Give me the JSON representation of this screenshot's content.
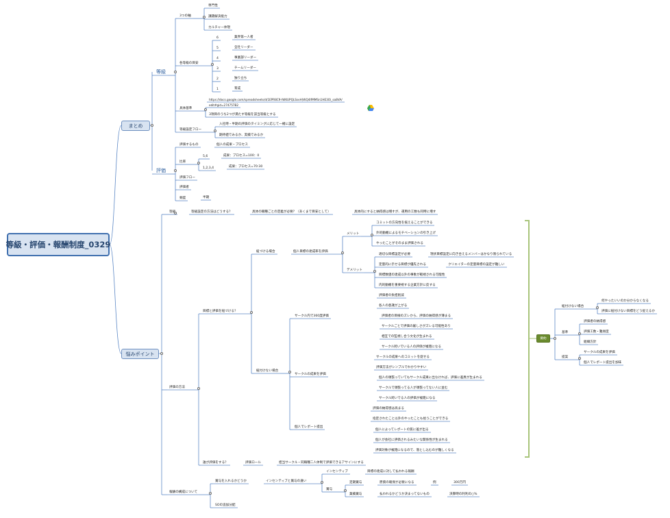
{
  "root": "等級・評価・報酬制度_0329",
  "summary_label": "要約",
  "nodes": {
    "matome": "まとめ",
    "nayami": "悩みポイント",
    "tokyu": "等級",
    "hyoka": "評価",
    "mittsu": "3つの軸",
    "senmon": "専門性",
    "kadai": "課題解決能力",
    "culture": "カルチャー体現",
    "kaku": "各等級の目安",
    "g6": "6",
    "g6l": "業界第一人者",
    "g5": "5",
    "g5l": "全社リーダー",
    "g4": "4",
    "g4l": "事業部リーダー",
    "g3": "3",
    "g3l": "チームリーダー",
    "g2": "2",
    "g2l": "独り立ち",
    "g1": "1",
    "g1l": "育成",
    "gutai": "具体基準",
    "url1": "https://docs.google.com/spreadsheets/d/1EPR8C9-IWKUPQLSsvH)WQ4IfMMSn1HE3Oi_sa8VA/",
    "url2": "edit#gid=274757B2",
    "gutai2": "3項目のうち2つが満たす等級を該当等級とする",
    "settei": "等級設定フロー",
    "settei1": "入社時・半期の評価のタイミングに応じて一緒に設定",
    "settei2": "期待値でみるか、実績でみるか",
    "hyoka_mono": "評価するもの",
    "hyoka_mono_v": "個人の成果・プロセス",
    "hiritsu": "比率",
    "r56": "5,6",
    "r56v": "成果：プロセス=100：0",
    "r1234": "1,2,3,4",
    "r1234v": "成果：プロセス=70:30",
    "flow": "評価フロー",
    "hyokasha": "評価者",
    "hindo": "頻度",
    "hindo_v": "半期",
    "n_tokyu": "等級",
    "n_tokyu1": "等級設定の方法はどうする？",
    "n_tokyu2": "具体の職種ごとの定義が必要？（あくまで目安として）",
    "n_tokyu3": "具体的にすると納得感は増すが、運用の工数も同時に増す",
    "hyoka_hoho": "評価の方法",
    "mokuhyo_q": "目標と評価を紐づける？",
    "himozukeru": "紐づける場合",
    "kojin_tassei": "個人目標の達成率を評価",
    "merit": "メリット",
    "demerit": "デメリット",
    "m1": "コミットの方向性を揃えることができる",
    "m2": "外的動機によるモチベーションの引き上げ",
    "m3": "やったことがそのまま評価される",
    "d1": "適切な目標設定が必要",
    "d1b": "現状目標設定に向き合えるメンバーはかなり限られている",
    "d2": "定量的に示せる目標が優先される",
    "d2b": "クリエイターの定量目標の設定が難しい",
    "d3": "目標数値の達成以外の事象が軽視される可能性",
    "d4": "内的動機を重要視する企業方針に反する",
    "himozukenai": "紐付けない場合",
    "circle360": "サークル内で360度評価",
    "c1m1": "評価者の負担削減",
    "c1m2": "各人の意識が上がる",
    "c1d1": "評価者の目線のズレから、評価の納得感が薄まる",
    "c1d2": "サークルごとで評価の厳しさがズレる可能性あり",
    "c1d3": "相互での監視し合う文化が生まれる",
    "c1d4": "サークル跨いでいる人の評価が複雑になる",
    "circle_seika": "サークルの成果を評価",
    "c2m1": "サークルの成果へのコミットを促せる",
    "c2m2": "評価方法がシンプルでわかりやすい",
    "c2d1": "個人の頑張っていてもサークル成果に出なければ、評価に差異が生まれる",
    "c2d2": "サークルで頑張ってる人が頑張ってない人に並む",
    "c2d3": "サークル跨いでる人の評価が複雑になる",
    "report": "個人でレポート提出",
    "c3m1": "評価の納得感は高まる",
    "c3m2": "指定されたこと以外のやったことも拾うことができる",
    "c3d1": "個人によってレポートの質に差が出る",
    "c3d2": "個人が会社に評価されるみたいな関係性が生まれる",
    "c3d3": "評価対象が複雑になるので、落とし込むのが難しくなる",
    "dare_q": "誰が評価をする？",
    "role": "評価ロール",
    "role_v": "担当サークル・同職種二人体制で評価できるアサインにする",
    "hoshu": "報酬の構成について",
    "shoyo_q": "賞与を入れるかどうか",
    "incentive_q": "インセンティブと賞与の違い",
    "incentive": "インセンティブ",
    "incentive_v": "目標の達成に対して払われる報酬",
    "shoyo": "賞与",
    "teiki": "定期賞与",
    "teiki_v": "原資の確保が必要になる",
    "rei": "例",
    "rei_v": "300万円",
    "gyoseki": "業績賞与",
    "gyoseki_v": "払われるかどうか決まってないもの",
    "gyoseki_v2": "決算時の利利の○%",
    "so": "SOの追加分配",
    "s_not": "紐付けない場合",
    "s_not1": "何やったいいのか分からなくなる",
    "s_not2": "評価に紐付けない目標をどう捉えるか",
    "s_kijun": "基準",
    "s_kijun1": "評価者の納得感",
    "s_kijun2": "評価工数・難易度",
    "s_kijun3": "組織方針",
    "s_teian": "提案",
    "s_teian1": "サークルの成果を評価",
    "s_teian2": "個人でレポート提出を加味"
  },
  "colors": {
    "accent": "#3f6fae",
    "line": "#5b87c5",
    "summary": "#6a8b2e",
    "bracket": "#a8c47a"
  }
}
